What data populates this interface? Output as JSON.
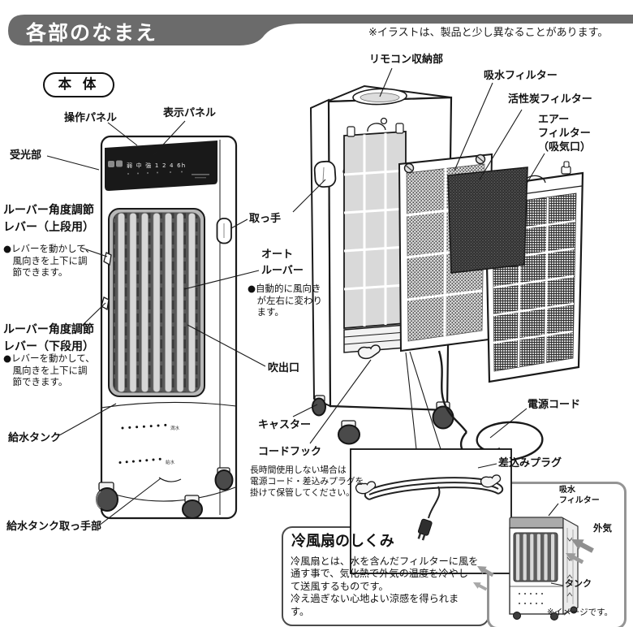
{
  "header": {
    "title": "各部のなまえ",
    "note": "※イラストは、製品と少し異なることがあります。",
    "badge": "本 体"
  },
  "front": {
    "panel_markings": "弱 中 強 1 2 4 6h",
    "tank_mark_full": "満水",
    "tank_mark_refill": "給水",
    "labels": {
      "operation_panel": "操作パネル",
      "display_panel": "表示パネル",
      "receiver": "受光部",
      "louver_upper": "ルーバー角度調節\nレバー（上段用）",
      "louver_upper_note": "●レバーを動かして、\n　風向きを上下に調\n　節できます。",
      "louver_lower": "ルーバー角度調節\nレバー（下段用）",
      "louver_lower_note": "●レバーを動かして、\n　風向きを上下に調\n　節できます。",
      "water_tank": "給水タンク",
      "tank_handle": "給水タンク取っ手部"
    }
  },
  "middle": {
    "handle": "取っ手",
    "auto_louver": "オート\nルーバー",
    "auto_louver_note": "●自動的に風向き\n　が左右に変わり\n　ます。",
    "outlet": "吹出口",
    "caster": "キャスター",
    "cord_hook": "コードフック",
    "cord_hook_note": "長時間使用しない場合は\n電源コード・差込みプラグを\n掛けて保管してください。"
  },
  "rear": {
    "remote_storage": "リモコン収納部",
    "water_filter": "吸水フィルター",
    "carbon_filter": "活性炭フィルター",
    "air_filter": "エアー\nフィルター\n（吸気口）",
    "power_cord": "電源コード",
    "plug": "差込みプラグ"
  },
  "mechanism": {
    "title": "冷風扇のしくみ",
    "body": "冷風扇とは、水を含んだフィルターに風を\n通す事で、気化熱で外気の温度を冷やし\nて送風するものです。\n冷え過ぎない心地よい涼感を得られま\nす。"
  },
  "image_box": {
    "water_filter": "吸水\nフィルター",
    "outside_air": "外気",
    "tank": "タンク",
    "caption": "※イメージです。"
  }
}
